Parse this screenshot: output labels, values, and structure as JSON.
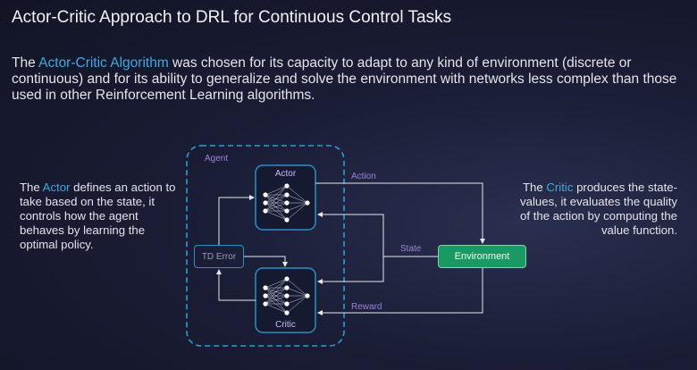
{
  "title": "Actor-Critic Approach to DRL for Continuous Control Tasks",
  "intro": {
    "prefix": "The ",
    "highlight": "Actor-Critic Algorithm",
    "suffix": " was chosen for its capacity to adapt to any kind of environment (discrete or continuous) and for its ability to generalize and solve the environment with networks less complex than those used in other Reinforcement Learning algorithms."
  },
  "left_note": {
    "prefix": "The ",
    "highlight": "Actor",
    "suffix": " defines an action to take based on the state, it controls how the agent behaves by learning the optimal policy."
  },
  "right_note": {
    "prefix": "The ",
    "highlight": "Critic",
    "suffix": " produces the state-values, it evaluates the quality of the action by computing the value function."
  },
  "diagram": {
    "agent": "Agent",
    "actor": "Actor",
    "critic": "Critic",
    "td_error": "TD Error",
    "environment": "Environment",
    "action": "Action",
    "state": "State",
    "reward": "Reward"
  },
  "colors": {
    "accent": "#3fa9e0",
    "label": "#9b85d8",
    "environment": "#1a9a63"
  }
}
